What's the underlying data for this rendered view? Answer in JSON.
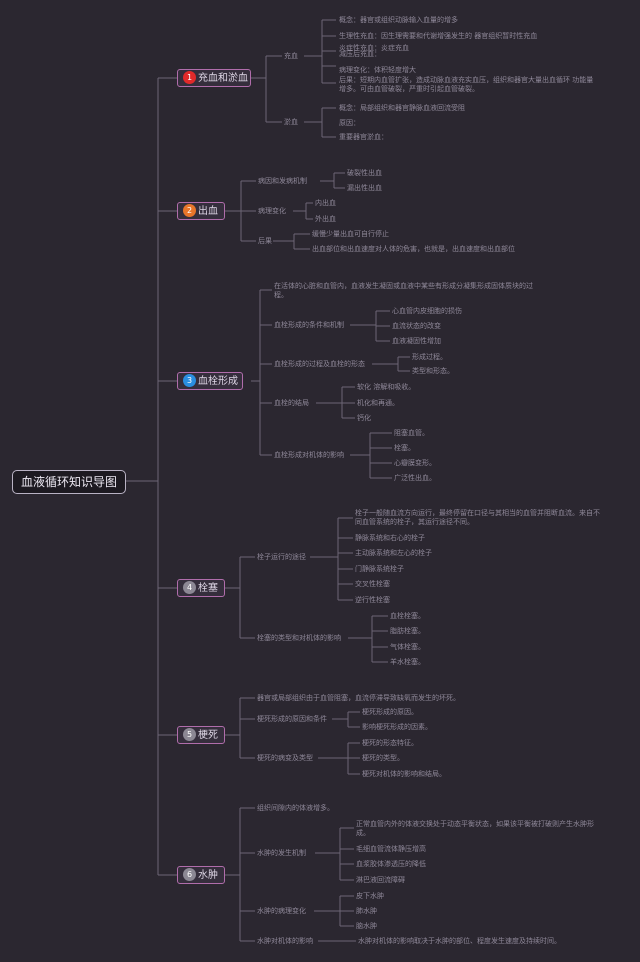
{
  "root": "血液循环知识导图",
  "colors": {
    "num1": "#e02a2a",
    "num2": "#e8752a",
    "num3": "#2a8ee0",
    "num4": "#8c8894",
    "num5": "#8c8894",
    "num6": "#8c8894"
  },
  "categories": [
    {
      "num": "1",
      "label": "充血和淤血"
    },
    {
      "num": "2",
      "label": "出血"
    },
    {
      "num": "3",
      "label": "血栓形成"
    },
    {
      "num": "4",
      "label": "栓塞"
    },
    {
      "num": "5",
      "label": "梗死"
    },
    {
      "num": "6",
      "label": "水肿"
    }
  ],
  "c1": {
    "a": "充血",
    "a_items": [
      "概念：器官或组织动脉输入血量的增多",
      "生理性充血：因生理需要和代谢增强发生的 器官组织暂时性充血",
      "炎症性充血：炎症充血",
      "减压后充血：",
      "病理变化：体积轻度增大",
      "后果：短期内血管扩张，造成动脉血液充实血压，组织和器官大量出血循环 功能量增多。可由血管破裂，严重时引起血管破裂。"
    ],
    "b": "淤血",
    "b_items": [
      "概念：局部组织和器官静脉血液回流受阻",
      "原因：",
      "重要器官淤血："
    ]
  },
  "c2": {
    "a": "病因和发病机制",
    "a_items": [
      "破裂性出血",
      "漏出性出血"
    ],
    "b": "病理变化",
    "b_items": [
      "内出血",
      "外出血"
    ],
    "c": "后果",
    "c_items": [
      "缓慢少量出血可自行停止",
      "出血部位和出血速度对人体的危害，也就是，出血速度和出血部位"
    ]
  },
  "c3": {
    "intro": "在活体的心脏和血管内，血液发生凝固或血液中某些有形成分凝集形成固体质块的过程。",
    "a": "血栓形成的条件和机制",
    "a_items": [
      "心血管内皮细胞的损伤",
      "血流状态的改变",
      "血液凝固性增加"
    ],
    "b": "血栓形成的过程及血栓的形态",
    "b_items": [
      "形成过程。",
      "类型和形态。"
    ],
    "c": "血栓的结局",
    "c_items": [
      "软化 溶解和吸收。",
      "机化和再通。",
      "钙化"
    ],
    "d": "血栓形成对机体的影响",
    "d_items": [
      "阻塞血管。",
      "栓塞。",
      "心瓣膜变形。",
      "广泛性出血。"
    ]
  },
  "c4": {
    "a": "栓子运行的途径",
    "a_items": [
      "栓子一般随血流方向运行，最终停留在口径与其相当的血管并阻断血流。来自不同血管系统的栓子，其运行途径不同。",
      "静脉系统和右心的栓子",
      "主动脉系统和左心的栓子",
      "门静脉系统栓子",
      "交叉性栓塞",
      "逆行性栓塞"
    ],
    "b": "栓塞的类型和对机体的影响",
    "b_items": [
      "血栓栓塞。",
      "脂肪栓塞。",
      "气体栓塞。",
      "羊水栓塞。"
    ]
  },
  "c5": {
    "intro": "器官或局部组织由于血管阻塞，血流停滞导致缺氧而发生的坏死。",
    "a": "梗死形成的原因和条件",
    "a_items": [
      "梗死形成的原因。",
      "影响梗死形成的因素。"
    ],
    "b": "梗死的病变及类型",
    "b_items": [
      "梗死的形态特征。",
      "梗死的类型。",
      "梗死对机体的影响和结局。"
    ]
  },
  "c6": {
    "intro": "组织间隙内的体液增多。",
    "a": "水肿的发生机制",
    "a_items": [
      "正常血管内外的体液交换处于动态平衡状态，如果该平衡被打破则产生水肿形成。",
      "毛细血管流体静压增高",
      "血浆胶体渗透压的降低",
      "淋巴液回流障碍"
    ],
    "b": "水肿的病理变化",
    "b_items": [
      "皮下水肿",
      "肺水肿",
      "脑水肿"
    ],
    "c": "水肿对机体的影响",
    "c_text": "水肿对机体的影响取决于水肿的部位、程度发生速度及持续时间。"
  }
}
